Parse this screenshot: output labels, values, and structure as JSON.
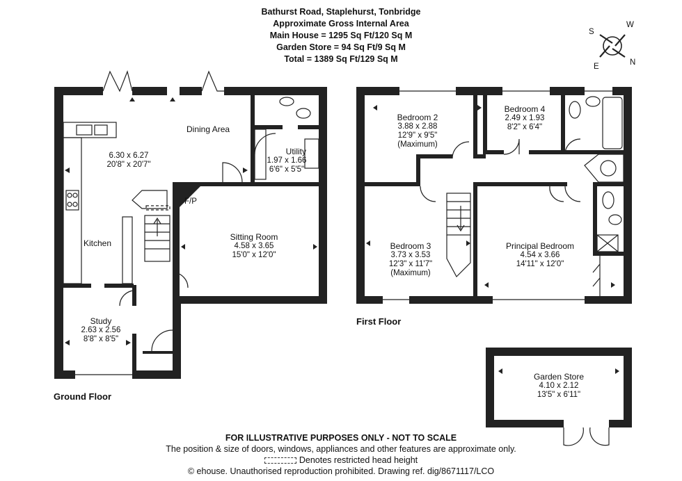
{
  "header": {
    "address": "Bathurst Road, Staplehurst, Tonbridge",
    "area_title": "Approximate Gross Internal Area",
    "main_house": "Main House = 1295 Sq Ft/120 Sq M",
    "garden_store": "Garden Store = 94 Sq Ft/9 Sq M",
    "total": "Total = 1389 Sq Ft/129 Sq M"
  },
  "compass": {
    "s": "S",
    "w": "W",
    "e": "E",
    "n": "N"
  },
  "ground_floor": {
    "label": "Ground Floor",
    "dining": {
      "name": "Dining Area"
    },
    "kitchen_dining": {
      "metric": "6.30 x 6.27",
      "imperial": "20'8\" x 20'7\""
    },
    "kitchen": {
      "name": "Kitchen"
    },
    "utility": {
      "name": "Utility",
      "metric": "1.97 x 1.66",
      "imperial": "6'6\" x 5'5\""
    },
    "sitting": {
      "name": "Sitting Room",
      "metric": "4.58 x 3.65",
      "imperial": "15'0\" x 12'0\""
    },
    "fireplace": "F/P",
    "study": {
      "name": "Study",
      "metric": "2.63 x 2.56",
      "imperial": "8'8\" x 8'5\""
    }
  },
  "first_floor": {
    "label": "First Floor",
    "bedroom2": {
      "name": "Bedroom 2",
      "metric": "3.88 x 2.88",
      "imperial": "12'9\" x 9'5\"",
      "note": "(Maximum)"
    },
    "bedroom4": {
      "name": "Bedroom 4",
      "metric": "2.49 x 1.93",
      "imperial": "8'2\" x 6'4\""
    },
    "bedroom3": {
      "name": "Bedroom 3",
      "metric": "3.73 x 3.53",
      "imperial": "12'3\" x 11'7\"",
      "note": "(Maximum)"
    },
    "principal": {
      "name": "Principal Bedroom",
      "metric": "4.54 x 3.66",
      "imperial": "14'11\" x 12'0\""
    }
  },
  "garden_store": {
    "name": "Garden Store",
    "metric": "4.10 x 2.12",
    "imperial": "13'5\" x 6'11\""
  },
  "footer": {
    "disclaimer": "FOR ILLUSTRATIVE PURPOSES ONLY - NOT TO SCALE",
    "note": "The position & size of doors, windows, appliances and other features are approximate only.",
    "headroom": "Denotes restricted head height",
    "copyright": "© ehouse. Unauthorised reproduction prohibited. Drawing ref. dig/8671117/LCO"
  }
}
